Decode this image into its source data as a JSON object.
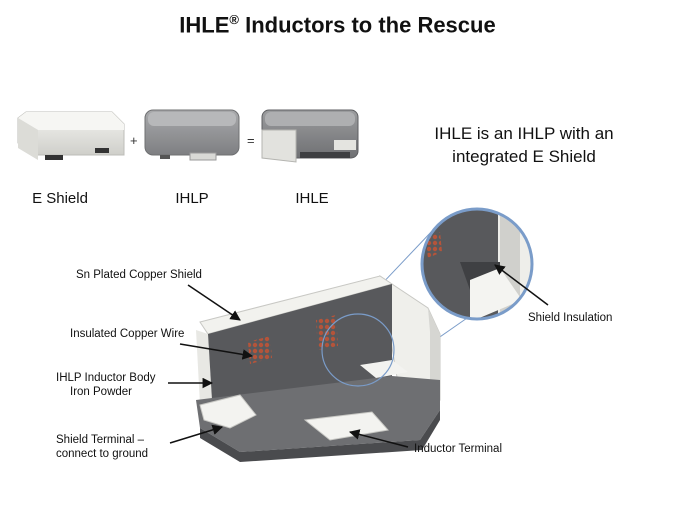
{
  "title": {
    "main": "IHLE",
    "sup": "®",
    "rest": " Inductors to the Rescue"
  },
  "products": [
    {
      "label": "E Shield"
    },
    {
      "label": "IHLP"
    },
    {
      "label": "IHLE"
    }
  ],
  "operators": {
    "plus": "+",
    "equals": "="
  },
  "description": "IHLE is an IHLP with an integrated E Shield",
  "callouts": {
    "sn_plated_shield": "Sn Plated Copper Shield",
    "insulated_wire": "Insulated Copper Wire",
    "body_line1": "IHLP Inductor Body",
    "body_line2": "Iron Powder",
    "shield_terminal_line1": "Shield Terminal –",
    "shield_terminal_line2": "connect to ground",
    "inductor_terminal": "Inductor Terminal",
    "shield_insulation": "Shield Insulation"
  },
  "colors": {
    "shield_white": "#e6e6e2",
    "body_gray": "#6e6f72",
    "body_dark": "#4a4b4e",
    "wire_copper": "#b5543a",
    "zoom_line": "#7a9cc9"
  }
}
